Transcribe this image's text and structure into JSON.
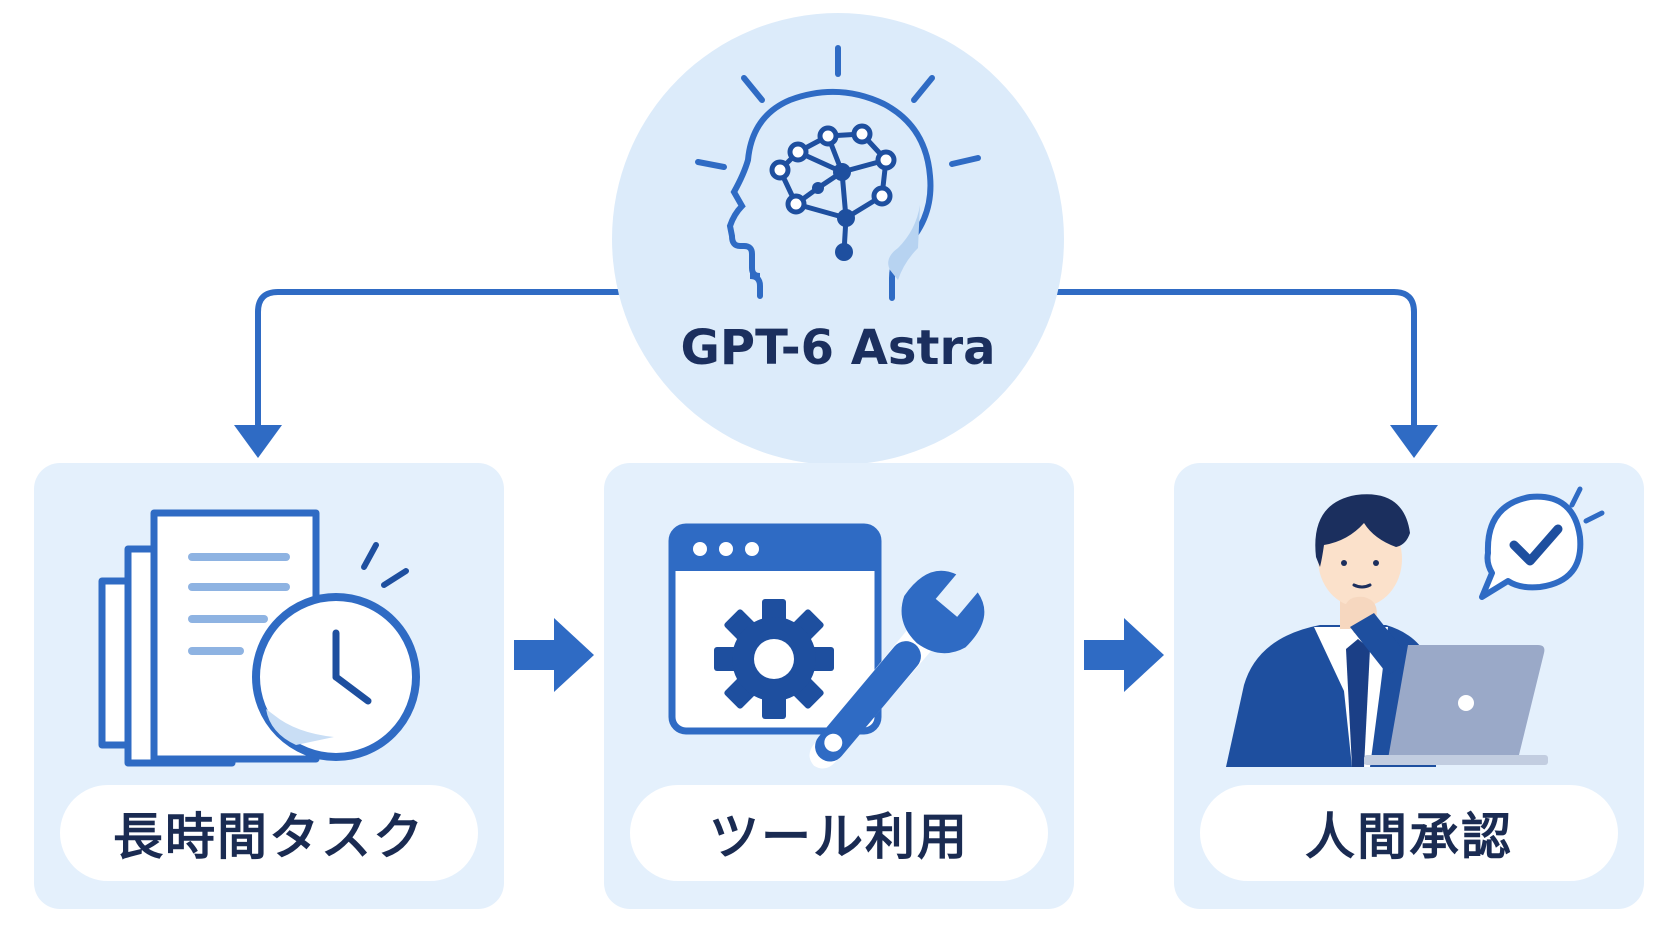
{
  "hub": {
    "title": "GPT-6 Astra"
  },
  "steps": [
    {
      "label": "長時間タスク",
      "icon": "documents-clock-icon"
    },
    {
      "label": "ツール利用",
      "icon": "gear-wrench-window-icon"
    },
    {
      "label": "人間承認",
      "icon": "person-laptop-approval-icon"
    }
  ],
  "colors": {
    "primary": "#2f6bc4",
    "dark_blue": "#1e4f9f",
    "navy_text": "#1b2f5e",
    "hub_bg": "#dcebfa",
    "card_bg": "#e4f0fc"
  }
}
